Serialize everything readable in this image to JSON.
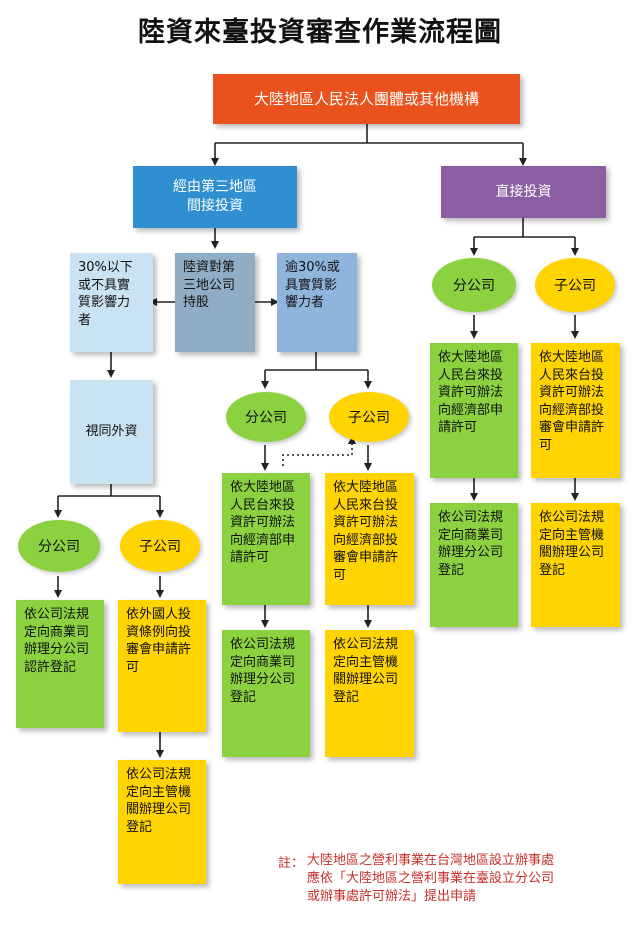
{
  "title": "陸資來臺投資審查作業流程圖",
  "nodes": {
    "root": "大陸地區人民法人團體或其他機構",
    "indirect": "經由第三地區\n間接投資",
    "direct": "直接投資",
    "under30": "30%以下\n或不具實\n質影響力\n者",
    "thirdParty": "陸資對第\n三地公司\n持股",
    "over30": "逾30%或\n具實質影\n響力者",
    "foreign": "視同外資",
    "branch": "分公司",
    "subsidiary": "子公司",
    "apply_econ": "依大陸地區\n人民台來投\n資許可辦法\n向經濟部申\n請許可",
    "apply_review": "依大陸地區\n人民來台投\n資許可辦法\n向經濟部投\n審會申請許\n可",
    "reg_branch": "依公司法規\n定向商業司\n辦理分公司\n登記",
    "reg_sub": "依公司法規\n定向主管機\n關辦理公司\n登記",
    "foreign_branch_reg": "依公司法規\n定向商業司\n辦理分公司\n認許登記",
    "foreign_sub_apply": "依外國人投\n資條例向投\n審會申請許\n可"
  },
  "note": {
    "label": "註：",
    "text": "大陸地區之營利事業在台灣地區設立辦事處\n應依「大陸地區之營利事業在臺設立分公司\n或辦事處許可辦法」提出申請"
  },
  "colors": {
    "root": "#e9521c",
    "indirect": "#2f8fd0",
    "direct": "#8b5ea3",
    "green": "#8bd140",
    "yellow": "#ffd400",
    "note": "#c7302a"
  }
}
